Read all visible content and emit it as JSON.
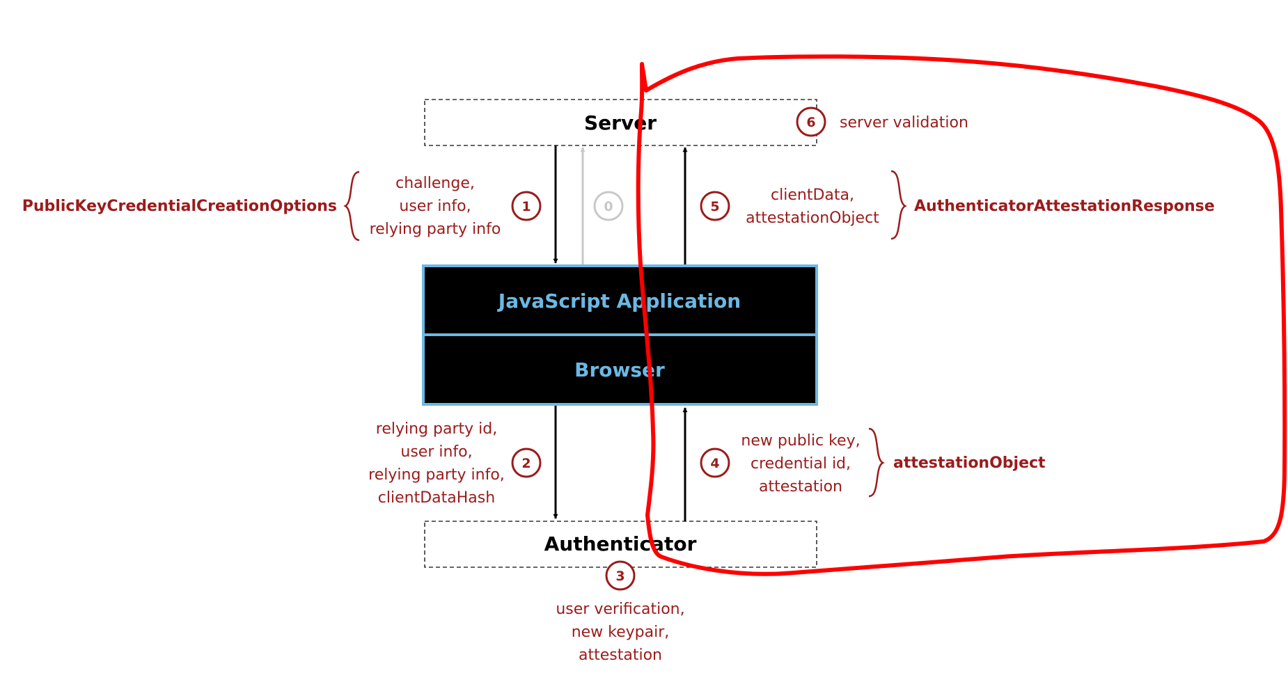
{
  "nodes": {
    "server": "Server",
    "javascript_application": "JavaScript Application",
    "browser": "Browser",
    "authenticator": "Authenticator"
  },
  "steps": {
    "s0": "0",
    "s1": "1",
    "s2": "2",
    "s3": "3",
    "s4": "4",
    "s5": "5",
    "s6": "6"
  },
  "labels": {
    "step1": [
      "challenge,",
      "user info,",
      "relying party info"
    ],
    "step2": [
      "relying party id,",
      "user info,",
      "relying party info,",
      "clientDataHash"
    ],
    "step3": [
      "user verification,",
      "new keypair,",
      "attestation"
    ],
    "step4": [
      "new public key,",
      "credential id,",
      "attestation"
    ],
    "step5": [
      "clientData,",
      "attestationObject"
    ],
    "step6": "server validation"
  },
  "groups": {
    "options": "PublicKeyCredentialCreationOptions",
    "response": "AuthenticatorAttestationResponse",
    "attestation_object": "attestationObject"
  },
  "colors": {
    "label": "#9b1b1b",
    "layer_border": "#6cb8e3",
    "layer_fill": "#000000",
    "muted_arrow": "#c8c8c8",
    "annotation_stroke": "#ff0000"
  }
}
